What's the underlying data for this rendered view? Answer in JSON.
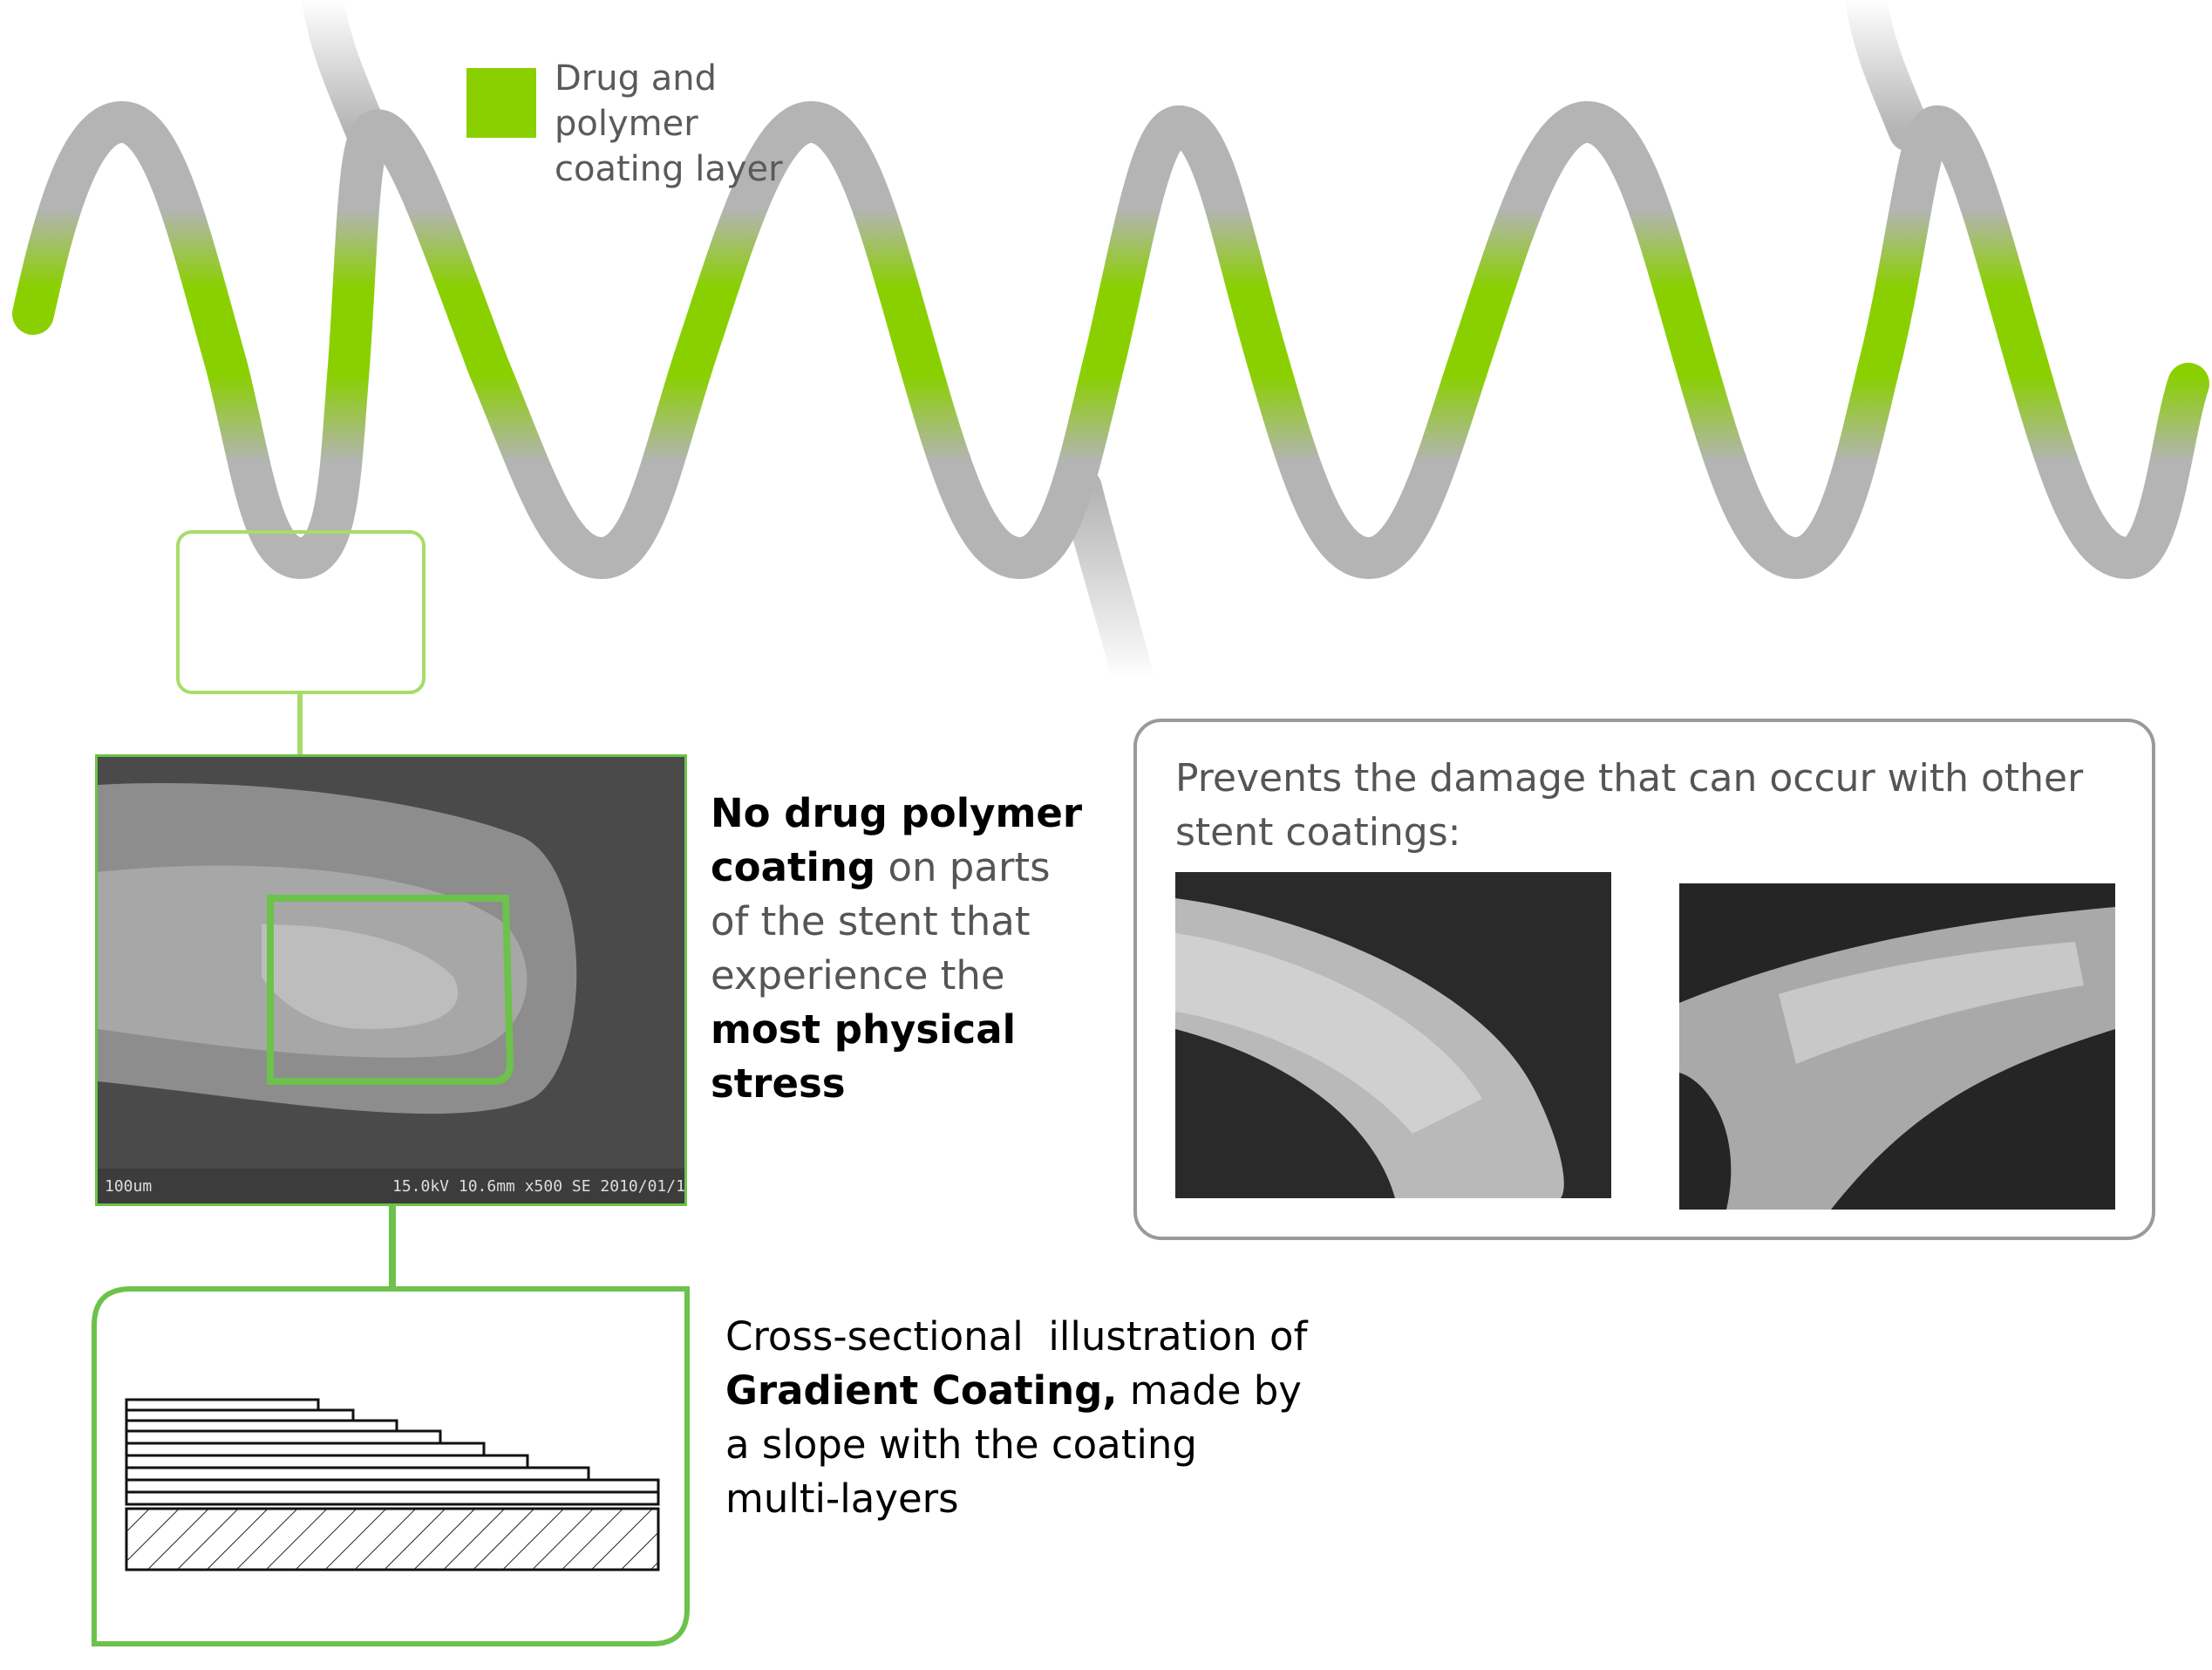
{
  "legend": {
    "swatch_color": "#8ad000",
    "lines": [
      "Drug and",
      "polymer",
      "coating layer"
    ]
  },
  "sem_image": {
    "scale_label": "100um",
    "info_label": "15.0kV 10.6mm x500 SE 2010/01/1"
  },
  "description_1": {
    "part1": "No drug polymer",
    "part2": "coating",
    "part3": " on parts",
    "part4": "of the stent that",
    "part5": "experience the",
    "part6": "most physical",
    "part7": "stress"
  },
  "callout": {
    "line1": "Prevents the damage that can occur with other",
    "line2": "stent coatings:"
  },
  "description_2": {
    "line1": "Cross-sectional  illustration of",
    "bold": "Gradient Coating,",
    "line2_rest": " made by",
    "line3": "a slope with the coating",
    "line4": "multi-layers"
  },
  "colors": {
    "accent_green": "#8ad000",
    "frame_green": "#6cc24a",
    "strut_gray": "#b4b4b4"
  }
}
